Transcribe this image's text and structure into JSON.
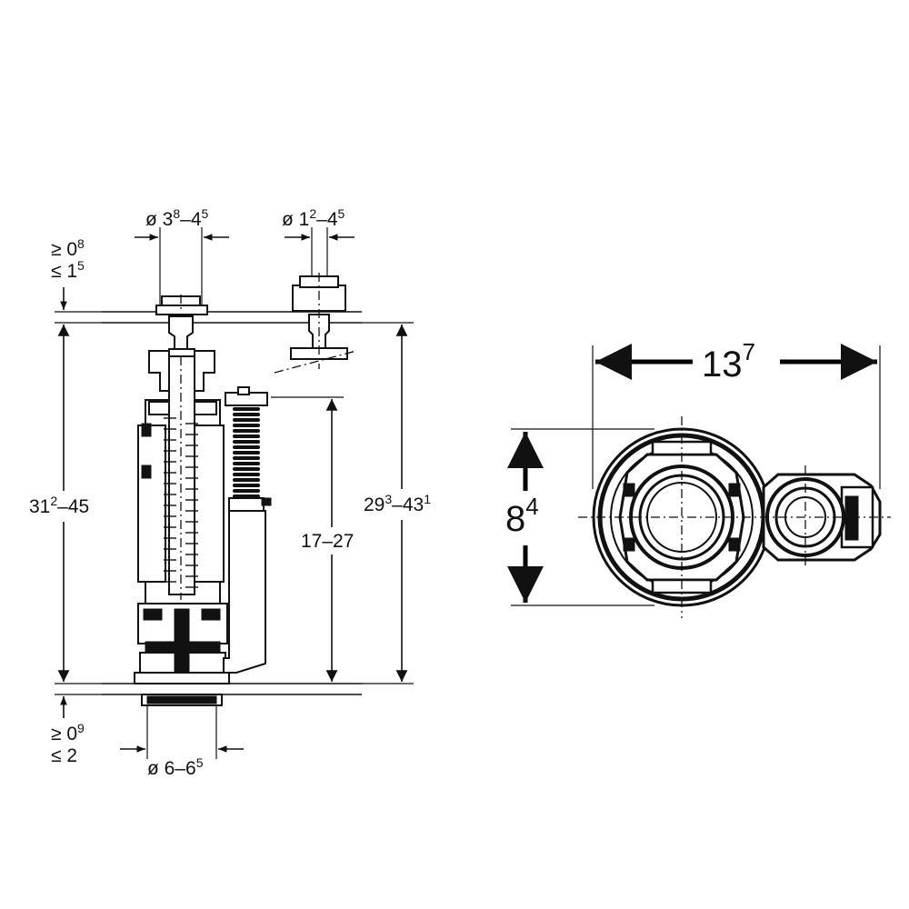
{
  "side_view": {
    "top_left_dim": {
      "line1_main": "≥ 0",
      "line1_sup": "8",
      "line2_main": "≤ 1",
      "line2_sup": "5"
    },
    "bottom_left_dim": {
      "line1_main": "≥ 0",
      "line1_sup": "9",
      "line2_main": "≤ 2",
      "line2_sup": ""
    },
    "diam_top_left": {
      "prefix": "ø 3",
      "sup1": "8",
      "mid": "–4",
      "sup2": "5"
    },
    "diam_top_right": {
      "prefix": "ø 1",
      "sup1": "2",
      "mid": "–4",
      "sup2": "5"
    },
    "diam_bottom": {
      "prefix": "ø 6–6",
      "sup1": "5"
    },
    "height_total": {
      "prefix": "31",
      "sup1": "2",
      "suffix": "–45"
    },
    "height_inner": {
      "text": "17–27"
    },
    "height_right": {
      "prefix": "29",
      "sup1": "3",
      "mid": "–43",
      "sup2": "1"
    }
  },
  "top_view": {
    "width_dim": {
      "main": "13",
      "sup": "7"
    },
    "depth_dim": {
      "main": "8",
      "sup": "4"
    }
  }
}
